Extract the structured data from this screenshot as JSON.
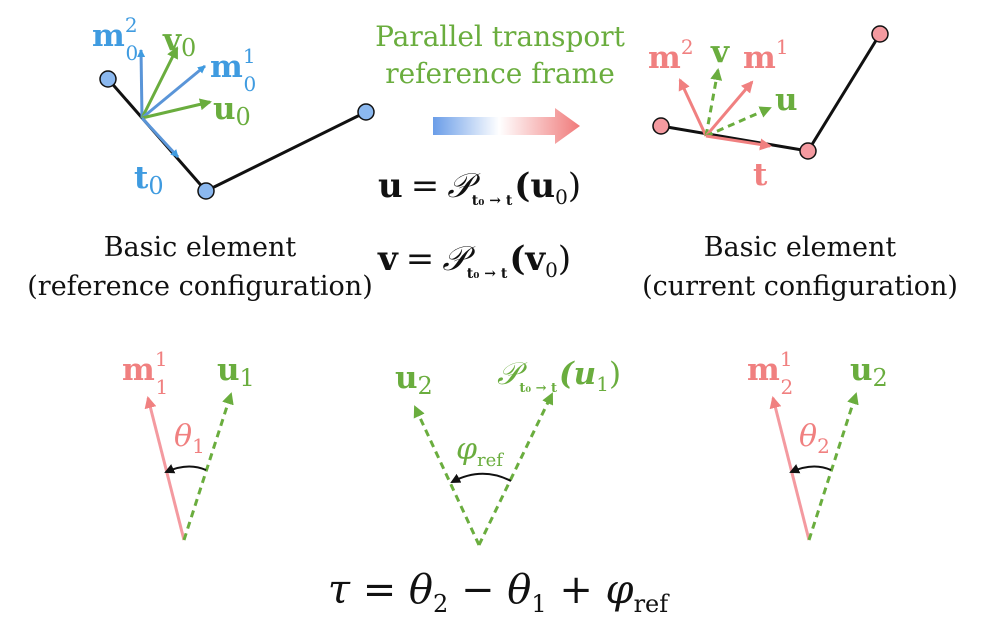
{
  "colors": {
    "blue": "#3f9be0",
    "blue_node": "#8bb8ef",
    "red": "#f08080",
    "red_node": "#f49aa0",
    "green": "#6aad3e",
    "black": "#111111"
  },
  "top": {
    "transport_title_line1": "Parallel transport",
    "transport_title_line2": "reference frame",
    "left_caption_line1": "Basic element",
    "left_caption_line2": "(reference configuration)",
    "right_caption_line1": "Basic element",
    "right_caption_line2": "(current configuration)"
  },
  "labels": {
    "m": "m",
    "v": "v",
    "u": "u",
    "t": "t",
    "sub0": "0",
    "sup1": "1",
    "sup2": "2",
    "sub1": "1",
    "sub2": "2",
    "theta": "θ",
    "varphi": "φ",
    "ref": "ref",
    "transport_P": "𝒫",
    "transport_sub": "t₀ → t"
  },
  "equations": {
    "eq_u_lhs": "u",
    "eq_v_lhs": "v",
    "equals": "=",
    "eq_u_arg": "(u",
    "eq_v_arg": "(v",
    "paren_close": ")",
    "tau_lhs": "τ = θ",
    "tau_minus": " − θ",
    "tau_plus": " + φ"
  }
}
